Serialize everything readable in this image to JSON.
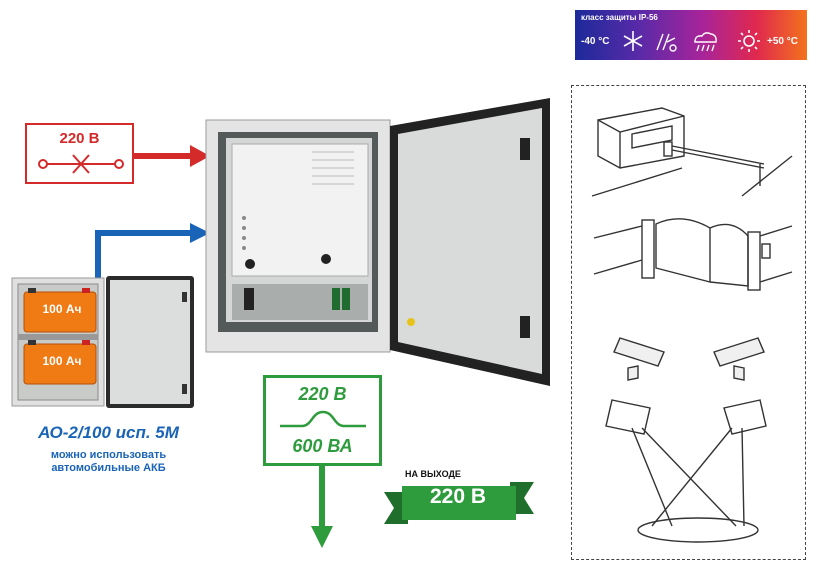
{
  "ip_banner": {
    "title": "класс защиты IP-56",
    "temp_min": "-40 °C",
    "temp_max": "+50 °C",
    "icons": [
      "snowflake-icon",
      "frost-icon",
      "rain-cloud-icon",
      "sun-icon"
    ]
  },
  "input": {
    "voltage_label": "220 В"
  },
  "battery_cabinet": {
    "battery_labels": [
      "100 Ач",
      "100 Ач"
    ],
    "model": "АО-2/100 исп. 5М",
    "note_line1": "можно использовать",
    "note_line2": "автомобильные АКБ"
  },
  "output": {
    "voltage": "220 В",
    "power": "600 ВА",
    "ribbon_caption": "НА ВЫХОДЕ",
    "ribbon_value": "220 В"
  },
  "colors": {
    "input_red": "#d52a2a",
    "battery_blue": "#1a64b8",
    "output_green": "#2e9b3c"
  },
  "scenes": [
    "barrier-gate-scene",
    "sliding-gate-scene",
    "cctv-cameras-scene",
    "floodlights-scene"
  ]
}
